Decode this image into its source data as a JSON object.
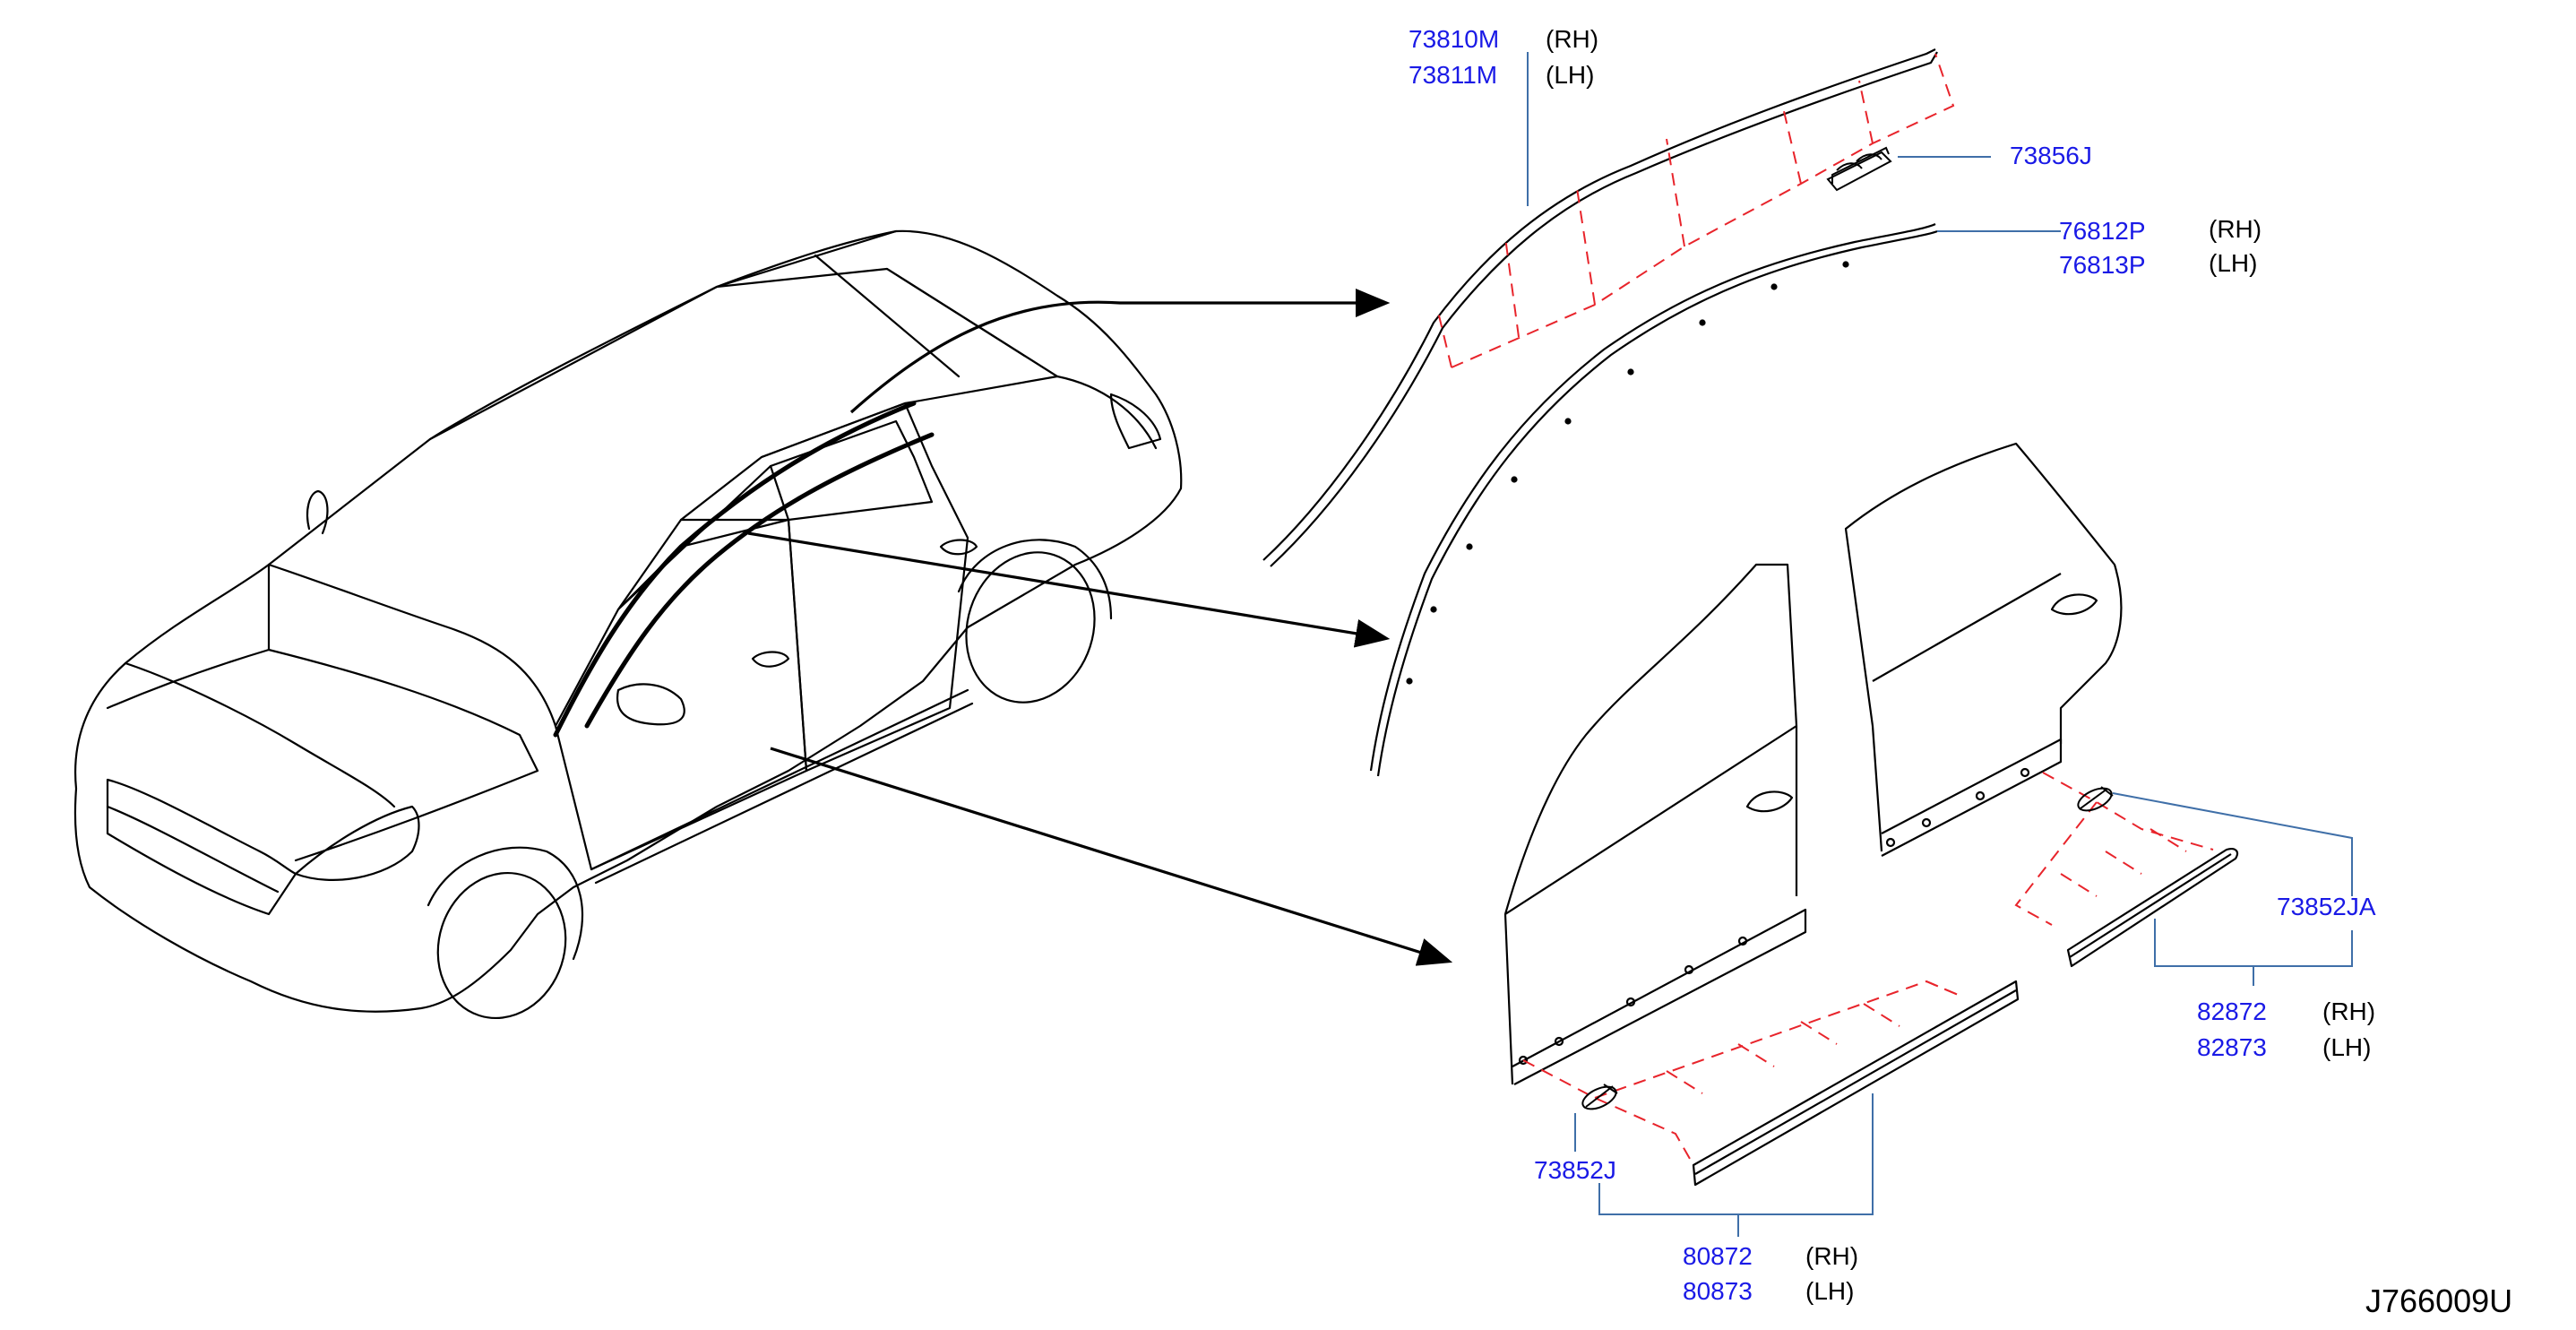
{
  "colors": {
    "part_number": "#1a1ae6",
    "text": "#000000",
    "drawing": "#000000",
    "leader": "#3f6fa8",
    "dashed": "#e8242b"
  },
  "callouts": {
    "roof_molding": {
      "part_rh": "73810M",
      "side_rh": "(RH)",
      "part_lh": "73811M",
      "side_lh": "(LH)"
    },
    "roof_clip": {
      "part": "73856J"
    },
    "drip_molding": {
      "part_rh": "76812P",
      "side_rh": "(RH)",
      "part_lh": "76813P",
      "side_lh": "(LH)"
    },
    "rear_clip": {
      "part": "73852JA"
    },
    "rear_door_molding": {
      "part_rh": "82872",
      "side_rh": "(RH)",
      "part_lh": "82873",
      "side_lh": "(LH)"
    },
    "front_clip": {
      "part": "73852J"
    },
    "front_door_molding": {
      "part_rh": "80872",
      "side_rh": "(RH)",
      "part_lh": "80873",
      "side_lh": "(LH)"
    }
  },
  "reference_code": "J766009U"
}
